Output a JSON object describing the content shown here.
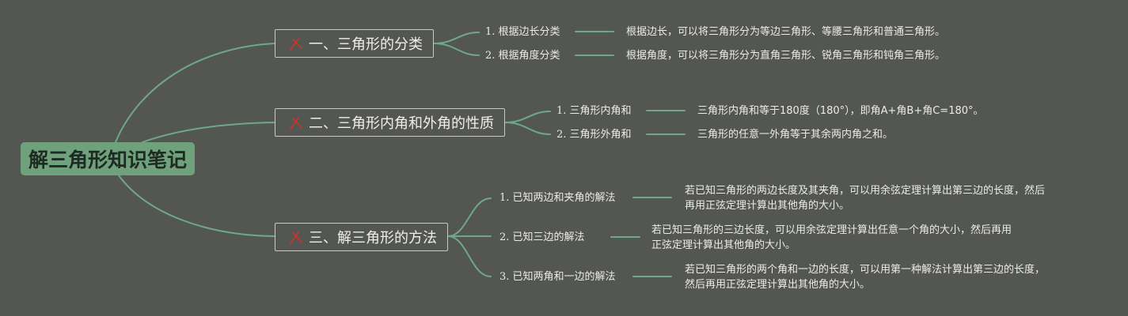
{
  "root": {
    "label": "解三角形知识笔记"
  },
  "colors": {
    "background": "#545652",
    "connector": "#6fa889",
    "root_fill": "#6fa27c",
    "branch_border": "#c9c9c6",
    "icon": "#c7352b"
  },
  "branches": [
    {
      "icon": "pencil-ruler-icon",
      "label": "一、三角形的分类",
      "items": [
        {
          "title": "1. 根据边长分类",
          "desc": [
            "根据边长，可以将三角形分为等边三角形、等腰三角形和普通三角形。"
          ]
        },
        {
          "title": "2. 根据角度分类",
          "desc": [
            "根据角度，可以将三角形分为直角三角形、锐角三角形和钝角三角形。"
          ]
        }
      ]
    },
    {
      "icon": "pencil-ruler-icon",
      "label": "二、三角形内角和外角的性质",
      "items": [
        {
          "title": "1. 三角形内角和",
          "desc": [
            "三角形内角和等于180度（180°），即角A+角B+角C=180°。"
          ]
        },
        {
          "title": "2. 三角形外角和",
          "desc": [
            "三角形的任意一外角等于其余两内角之和。"
          ]
        }
      ]
    },
    {
      "icon": "pencil-ruler-icon",
      "label": "三、解三角形的方法",
      "items": [
        {
          "title": "1. 已知两边和夹角的解法",
          "desc": [
            "若已知三角形的两边长度及其夹角，可以用余弦定理计算出第三边的长度，然后",
            "再用正弦定理计算出其他角的大小。"
          ]
        },
        {
          "title": "2. 已知三边的解法",
          "desc": [
            "若已知三角形的三边长度，可以用余弦定理计算出任意一个角的大小，然后再用",
            "正弦定理计算出其他角的大小。"
          ]
        },
        {
          "title": "3. 已知两角和一边的解法",
          "desc": [
            "若已知三角形的两个角和一边的长度，可以用第一种解法计算出第三边的长度，",
            "然后再用正弦定理计算出其他角的大小。"
          ]
        }
      ]
    }
  ]
}
